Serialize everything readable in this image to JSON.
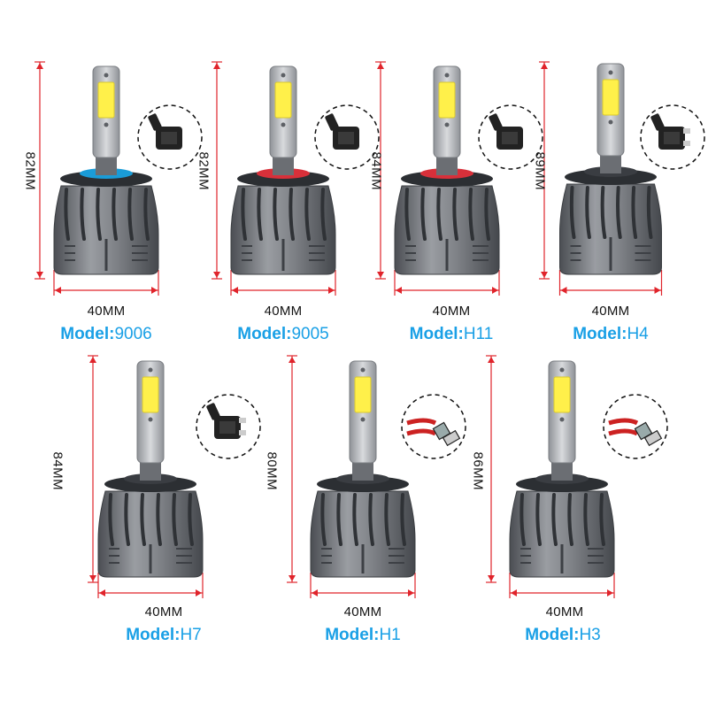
{
  "colors": {
    "accent_blue": "#1aa0e6",
    "dim_red": "#e0242b",
    "body_gray": "#8a8d92",
    "body_dark": "#55585d",
    "chip_yellow": "#fff04a"
  },
  "model_prefix": "Model:",
  "products": [
    {
      "model": "9006",
      "height": "82MM",
      "width": "40MM",
      "collar": "#1a9cd8",
      "connector": "square"
    },
    {
      "model": "9005",
      "height": "82MM",
      "width": "40MM",
      "collar": "#d8303a",
      "connector": "square"
    },
    {
      "model": "H11",
      "height": "84MM",
      "width": "40MM",
      "collar": "#d8303a",
      "connector": "square"
    },
    {
      "model": "H4",
      "height": "89MM",
      "width": "40MM",
      "collar": "#3a3d42",
      "connector": "h4"
    },
    {
      "model": "H7",
      "height": "84MM",
      "width": "40MM",
      "collar": "#3a3d42",
      "connector": "h7"
    },
    {
      "model": "H1",
      "height": "80MM",
      "width": "40MM",
      "collar": "#3a3d42",
      "connector": "wire"
    },
    {
      "model": "H3",
      "height": "86MM",
      "width": "40MM",
      "collar": "#3a3d42",
      "connector": "wire"
    }
  ]
}
